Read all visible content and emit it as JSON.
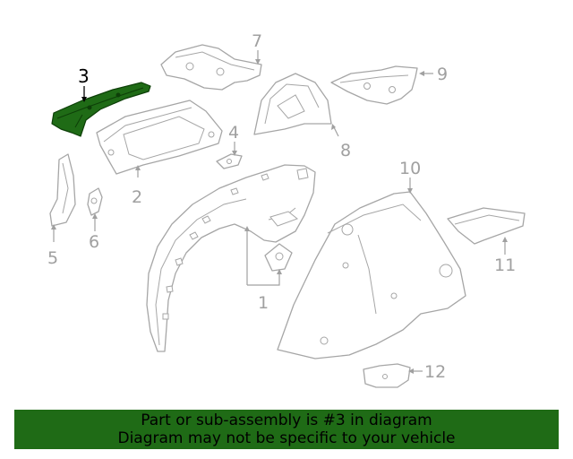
{
  "diagram": {
    "selected_callout": "3",
    "highlight_color": "#1f6b16",
    "callouts": {
      "c1": "1",
      "c2": "2",
      "c3": "3",
      "c4": "4",
      "c5": "5",
      "c6": "6",
      "c7": "7",
      "c8": "8",
      "c9": "9",
      "c10": "10",
      "c11": "11",
      "c12": "12"
    }
  },
  "banner": {
    "line1": "Part or sub-assembly is #3 in diagram",
    "line2": "Diagram may not be specific to your vehicle",
    "background_color": "#1f6b16"
  }
}
